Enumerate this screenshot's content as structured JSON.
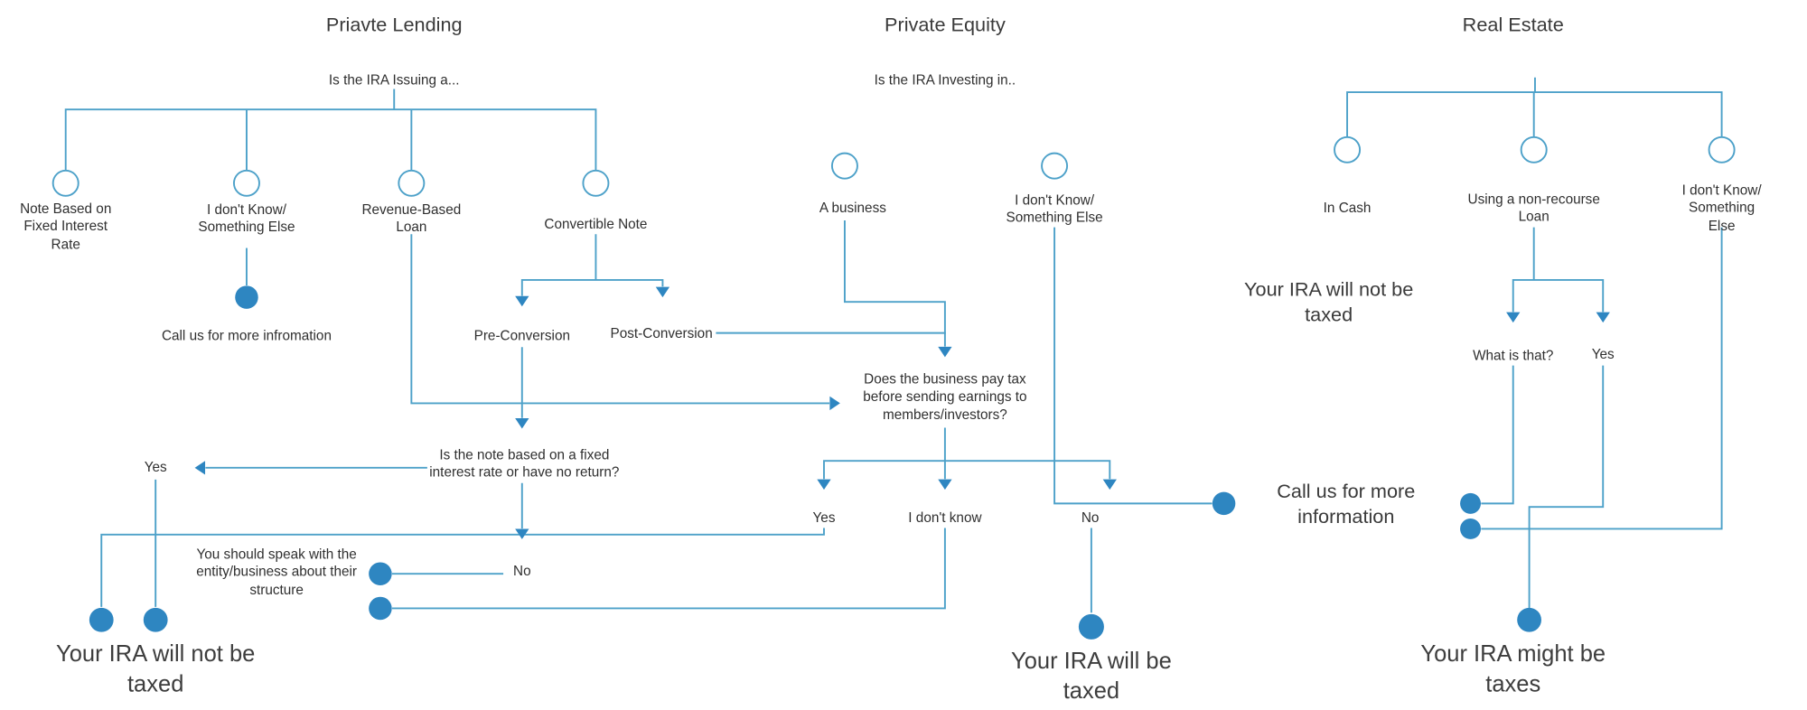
{
  "colors": {
    "line": "#4DA1C9",
    "accent": "#2E86C1"
  },
  "sections": {
    "private_lending": {
      "title": "Priavte Lending",
      "question": "Is the IRA Issuing a...",
      "options": {
        "note_fixed": "Note Based on\nFixed Interest\nRate",
        "dont_know": "I don't Know/\nSomething Else",
        "revenue_loan": "Revenue-Based\nLoan",
        "convertible": "Convertible Note"
      },
      "call_us": "Call us for more infromation",
      "pre_conversion": "Pre-Conversion",
      "post_conversion": "Post-Conversion",
      "fixed_rate_question": "Is the note based on a fixed\ninterest rate or have no return?",
      "yes": "Yes",
      "no": "No",
      "speak_with": "You should speak with the\nentity/business about their\nstructure",
      "outcome": "Your IRA will not be\ntaxed"
    },
    "private_equity": {
      "title": "Private Equity",
      "question": "Is the IRA Investing in..",
      "options": {
        "business": "A business",
        "dont_know": "I don't Know/\nSomething Else"
      },
      "tax_question": "Does the business pay tax\nbefore sending earnings to\nmembers/investors?",
      "yes": "Yes",
      "dont_know_answer": "I don't know",
      "no": "No",
      "outcome": "Your IRA will be\ntaxed"
    },
    "real_estate": {
      "title": "Real Estate",
      "options": {
        "in_cash": "In Cash",
        "non_recourse": "Using a non-recourse\nLoan",
        "dont_know": "I don't Know/\nSomething Else"
      },
      "in_cash_outcome": "Your IRA will not be\ntaxed",
      "what_is_that": "What is that?",
      "yes": "Yes",
      "call_us": "Call us for more\ninformation",
      "outcome": "Your IRA might be\ntaxes"
    }
  }
}
